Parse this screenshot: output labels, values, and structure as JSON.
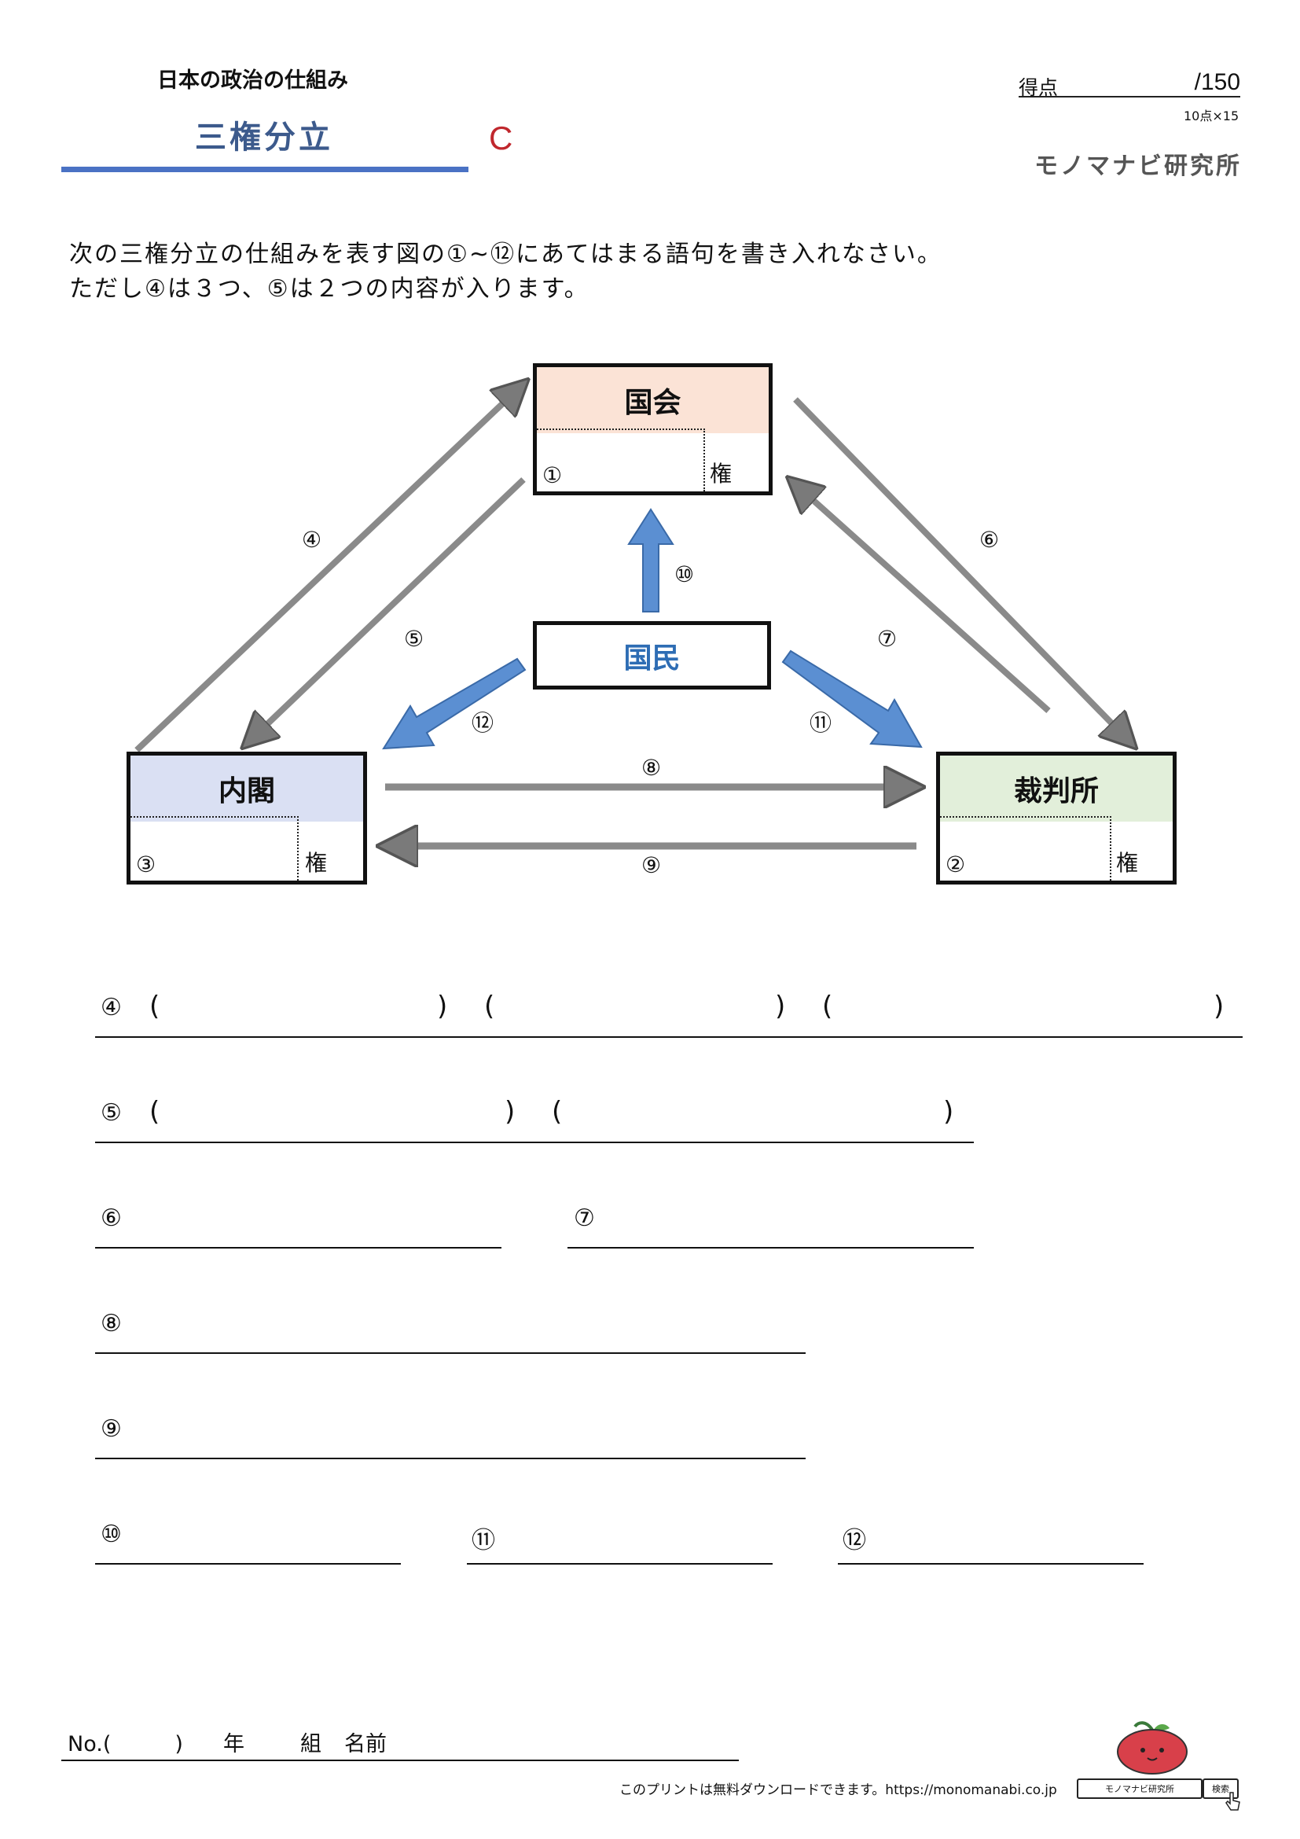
{
  "header": {
    "subject": "日本の政治の仕組み",
    "title": "三権分立",
    "level": "C",
    "score_label": "得点",
    "score_value": "/150",
    "score_note": "10点×15",
    "brand": "モノマナビ研究所"
  },
  "instructions": {
    "line1": "次の三権分立の仕組みを表す図の①~⑫にあてはまる語句を書き入れなさい。",
    "line2": "ただし④は３つ、⑤は２つの内容が入ります。"
  },
  "diagram": {
    "kokkai": {
      "title": "国会",
      "num": "①",
      "suffix": "権",
      "color": "#fbe3d6"
    },
    "naikaku": {
      "title": "内閣",
      "num": "③",
      "suffix": "権",
      "color": "#dae0f3"
    },
    "saibansho": {
      "title": "裁判所",
      "num": "②",
      "suffix": "権",
      "color": "#e2efda"
    },
    "kokumin": {
      "title": "国民"
    },
    "arrow_labels": {
      "a4": "④",
      "a5": "⑤",
      "a6": "⑥",
      "a7": "⑦",
      "a8": "⑧",
      "a9": "⑨",
      "a10": "⑩",
      "a11": "⑪",
      "a12": "⑫"
    },
    "colors": {
      "gray_arrow": "#8a8a8a",
      "blue_arrow": "#5b8fd2"
    }
  },
  "answers": {
    "q4": "④",
    "q5": "⑤",
    "q6": "⑥",
    "q7": "⑦",
    "q8": "⑧",
    "q9": "⑨",
    "q10": "⑩",
    "q11": "⑪",
    "q12": "⑫",
    "open": "(",
    "close": ")"
  },
  "footer": {
    "no": "No.(　　　)",
    "year": "年",
    "kumi": "組",
    "name": "名前",
    "note": "このプリントは無料ダウンロードできます。https://monomanabi.co.jp",
    "search_text": "モノマナビ研究所",
    "search_button": "検索"
  }
}
